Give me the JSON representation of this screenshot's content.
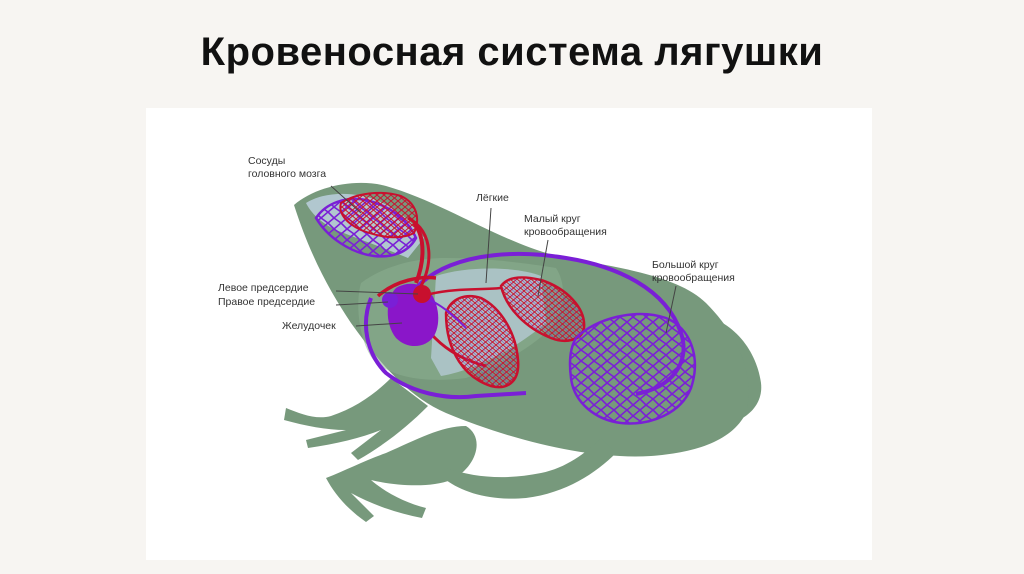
{
  "slide": {
    "title": "Кровеносная система лягушки"
  },
  "diagram": {
    "labels": {
      "brain_vessels_1": "Сосуды",
      "brain_vessels_2": "головного мозга",
      "lungs": "Лёгкие",
      "small_circle_1": "Малый круг",
      "small_circle_2": "кровообращения",
      "large_circle_1": "Большой круг",
      "large_circle_2": "кровообращения",
      "left_atrium": "Левое предсердие",
      "right_atrium": "Правое предсердие",
      "ventricle": "Желудочек"
    },
    "colors": {
      "body": "#77997c",
      "body_light": "#8caf90",
      "body_fill": "#b7ccd8",
      "arterial": "#c8102e",
      "venous": "#7a1fd6",
      "ventricle": "#8a16c9",
      "leader": "#444444"
    }
  }
}
